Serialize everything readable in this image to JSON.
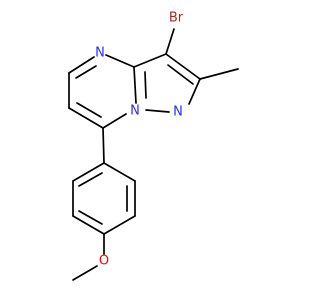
{
  "molecule": {
    "colors": {
      "bond": "#000000",
      "nitrogen": "#2b2bff",
      "oxygen": "#ff0000",
      "bromine": "#a52a2a"
    },
    "atoms": {
      "bromine": "Br",
      "nitrogen_pyrimidine": "N",
      "nitrogen_bridge": "N",
      "nitrogen_pyrazole": "N",
      "oxygen_methoxy": "O"
    }
  }
}
